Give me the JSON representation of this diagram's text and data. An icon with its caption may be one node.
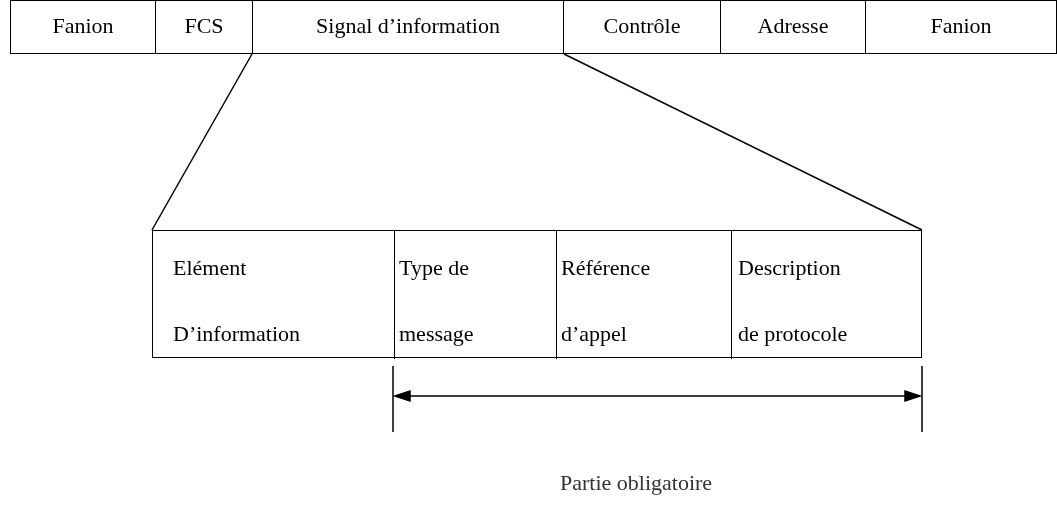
{
  "diagram": {
    "nodes": [
      {
        "text": [
          "Fanion"
        ]
      },
      {
        "text": [
          "FCS"
        ]
      },
      {
        "text": [
          "Signal d’information"
        ]
      },
      {
        "text": [
          "Contrôle"
        ]
      },
      {
        "text": [
          "Adresse"
        ]
      },
      {
        "text": [
          "Fanion"
        ]
      },
      {
        "text": [],
        "shape": "box"
      },
      {
        "text": [
          "Elément D’information"
        ],
        "in": 6
      },
      {
        "text": [
          "Type de message"
        ],
        "in": 6
      },
      {
        "text": [
          "Référence d’appel"
        ],
        "in": 6
      },
      {
        "text": [
          "Description de protocole"
        ],
        "in": 6
      }
    ],
    "edges": [
      {
        "from": 2,
        "to": 6,
        "arrow": "none"
      },
      {
        "from": 2,
        "to": 6,
        "arrow": "none"
      }
    ],
    "labels": [
      "Partie obligatoire"
    ]
  }
}
